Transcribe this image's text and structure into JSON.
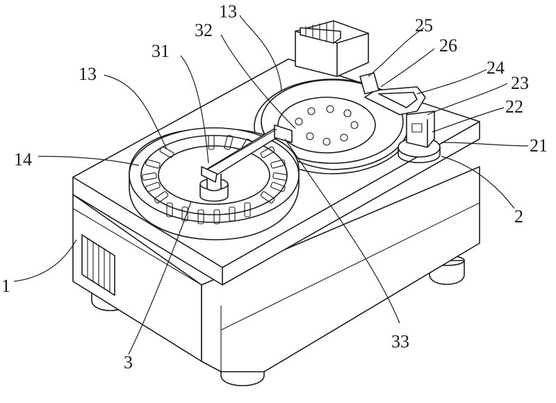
{
  "labels": [
    {
      "id": "13a",
      "text": "13"
    },
    {
      "id": "32",
      "text": "32"
    },
    {
      "id": "31",
      "text": "31"
    },
    {
      "id": "13b",
      "text": "13"
    },
    {
      "id": "14",
      "text": "14"
    },
    {
      "id": "25",
      "text": "25"
    },
    {
      "id": "26",
      "text": "26"
    },
    {
      "id": "24",
      "text": "24"
    },
    {
      "id": "23",
      "text": "23"
    },
    {
      "id": "22",
      "text": "22"
    },
    {
      "id": "21",
      "text": "21"
    },
    {
      "id": "2",
      "text": "2"
    },
    {
      "id": "1",
      "text": "1"
    },
    {
      "id": "3",
      "text": "3"
    },
    {
      "id": "33",
      "text": "33"
    }
  ]
}
